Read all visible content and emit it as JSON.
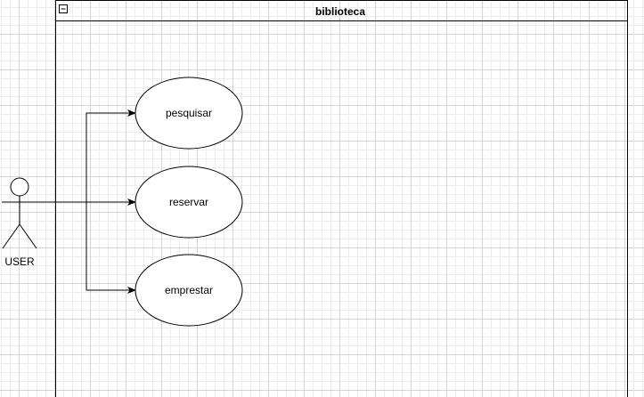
{
  "system": {
    "title": "biblioteca"
  },
  "actor": {
    "label": "USER"
  },
  "use_cases": [
    {
      "label": "pesquisar"
    },
    {
      "label": "reservar"
    },
    {
      "label": "emprestar"
    }
  ],
  "colors": {
    "stroke": "#000000",
    "fill": "#ffffff",
    "grid_major": "#d4d4d4",
    "grid_minor": "#ececec"
  }
}
